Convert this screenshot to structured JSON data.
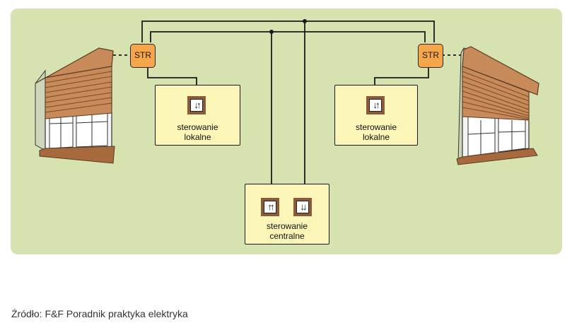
{
  "diagram": {
    "str_left": "STR",
    "str_right": "STR",
    "local_left": {
      "line1": "sterowanie",
      "line2": "lokalne",
      "switch_icon": "up-down-arrows"
    },
    "local_right": {
      "line1": "sterowanie",
      "line2": "lokalne",
      "switch_icon": "up-down-arrows"
    },
    "central": {
      "line1": "sterowanie",
      "line2": "centralne",
      "switch_up_icon": "double-up-arrows",
      "switch_down_icon": "double-down-arrows"
    },
    "glyphs": {
      "updown": "↓↑",
      "upup": "↑↑",
      "downdown": "↓↓"
    },
    "colors": {
      "panel": "#d6e3b0",
      "box": "#fbf6b8",
      "str": "#f7a54a",
      "shutter": "#c98a5a",
      "switch_frame": "#8a5a3a"
    }
  },
  "caption": "Źródło: F&F Poradnik praktyka elektryka"
}
